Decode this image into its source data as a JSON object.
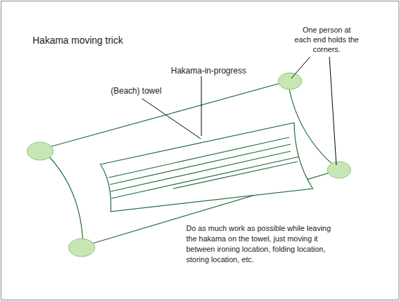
{
  "diagram": {
    "title": "Hakama moving trick",
    "labels": [
      "(Beach) towel",
      "Hakama-in-progress",
      "One person at each end holds the corners.",
      "Do as much work as possible while leaving the hakama on the towel, just moving it between ironing location, folding location, storing location, etc."
    ]
  }
}
